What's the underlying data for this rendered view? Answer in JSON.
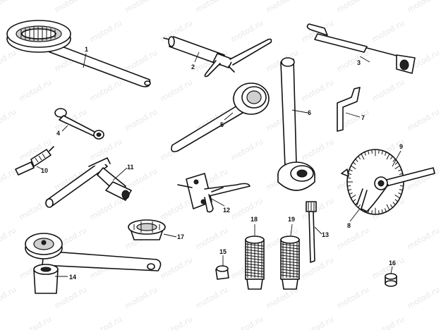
{
  "watermark": "motod.ru",
  "callouts": [
    "1",
    "2",
    "3",
    "4",
    "5",
    "6",
    "7",
    "8",
    "9",
    "10",
    "11",
    "12",
    "13",
    "14",
    "15",
    "16",
    "17",
    "18",
    "19"
  ]
}
